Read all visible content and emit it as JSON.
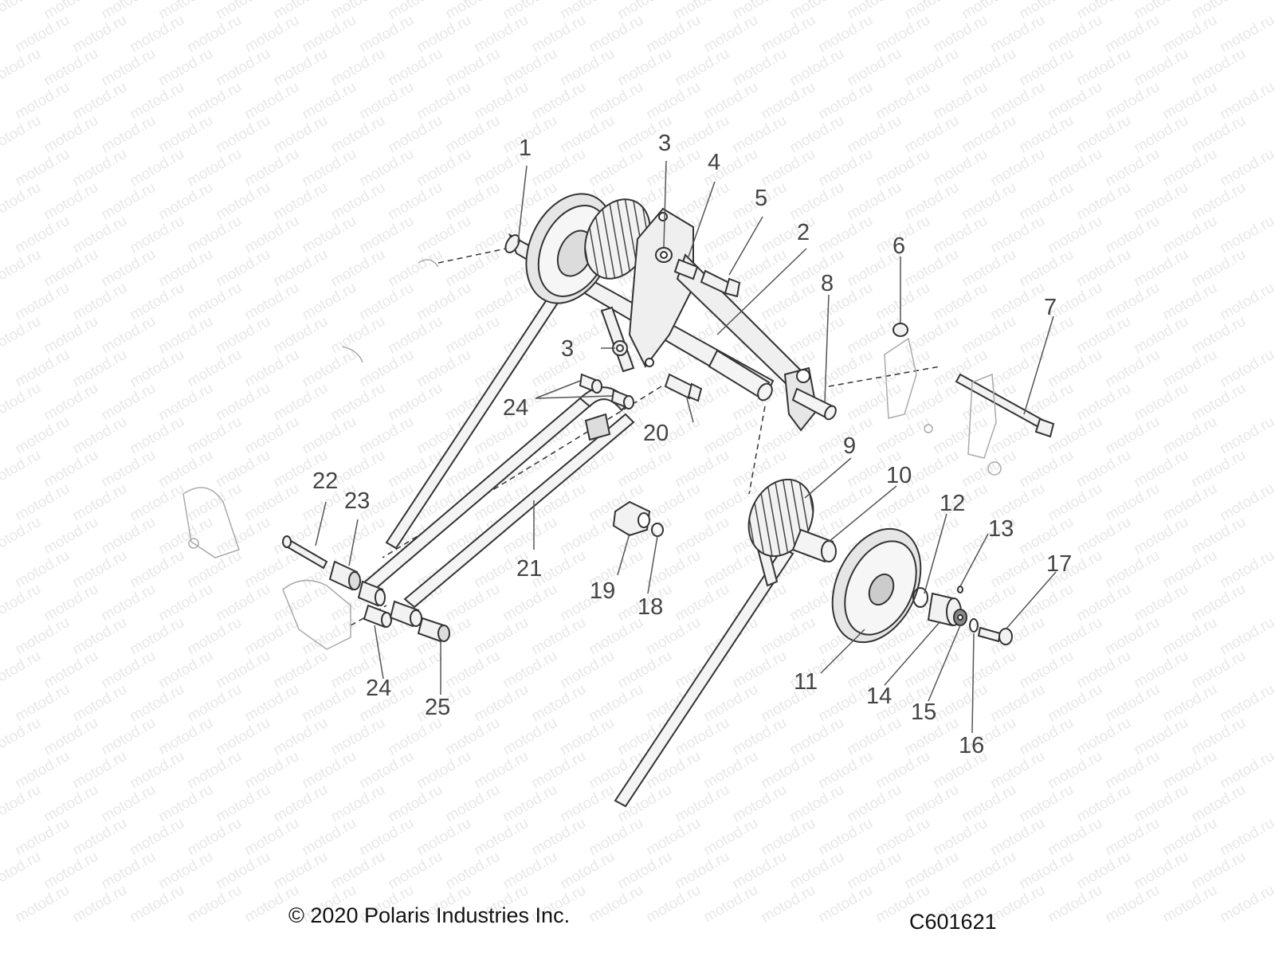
{
  "diagram": {
    "watermark": "motod.ru",
    "copyright": "© 2020 Polaris Industries Inc.",
    "figure_code": "C601621",
    "callouts": [
      "1",
      "2",
      "3",
      "3",
      "4",
      "5",
      "6",
      "7",
      "8",
      "9",
      "10",
      "11",
      "12",
      "13",
      "14",
      "15",
      "16",
      "17",
      "18",
      "19",
      "20",
      "21",
      "22",
      "23",
      "24",
      "24",
      "25"
    ],
    "colors": {
      "line": "#333333",
      "part_fill": "#eeeeee",
      "shade": "#bbbbbb"
    }
  }
}
